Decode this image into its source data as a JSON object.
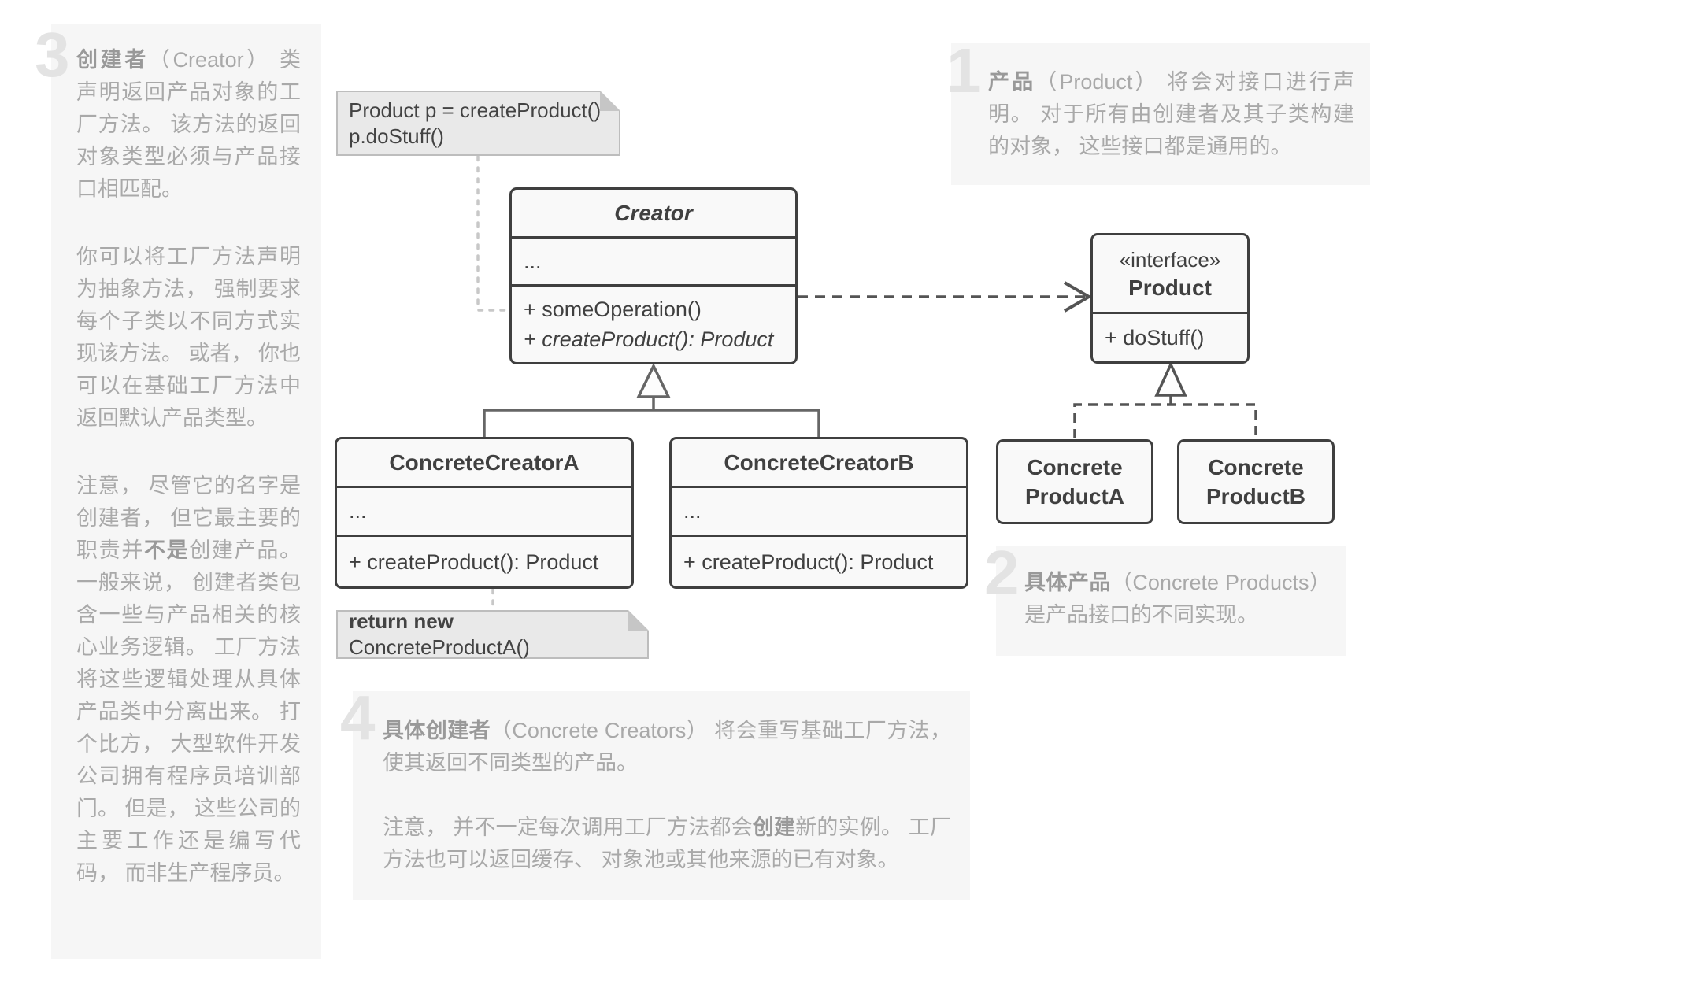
{
  "diagram": {
    "note_client": {
      "line1": "Product p = createProduct()",
      "line2": "p.doStuff()"
    },
    "note_return": {
      "bold": "return new",
      "rest": " ConcreteProductA()"
    },
    "creator": {
      "title": "Creator",
      "attrs": "...",
      "m1": "+ someOperation()",
      "m2": "+ createProduct(): Product"
    },
    "concrete_creator_a": {
      "title": "ConcreteCreatorA",
      "attrs": "...",
      "m1": "+ createProduct(): Product"
    },
    "concrete_creator_b": {
      "title": "ConcreteCreatorB",
      "attrs": "...",
      "m1": "+ createProduct(): Product"
    },
    "product": {
      "stereotype": "«interface»",
      "title": "Product",
      "m1": "+ doStuff()"
    },
    "concrete_product_a": {
      "line1": "Concrete",
      "line2": "ProductA"
    },
    "concrete_product_b": {
      "line1": "Concrete",
      "line2": "ProductB"
    }
  },
  "annotations": {
    "item1": {
      "num": "1",
      "term": "产品",
      "text": "（Product） 将会对接口进行声明。 对于所有由创建者及其子类构建的对象， 这些接口都是通用的。"
    },
    "item2": {
      "num": "2",
      "term": "具体产品",
      "text": "（Concrete Products） 是产品接口的不同实现。"
    },
    "item3": {
      "num": "3",
      "p1_term": "创建者",
      "p1_text": "（Creator） 类声明返回产品对象的工厂方法。 该方法的返回对象类型必须与产品接口相匹配。",
      "p2_text": "你可以将工厂方法声明为抽象方法， 强制要求每个子类以不同方式实现该方法。 或者， 你也可以在基础工厂方法中返回默认产品类型。",
      "p3_text1": "注意， 尽管它的名字是创建者， 但它最主要的职责并",
      "p3_bold": "不是",
      "p3_text2": "创建产品。 一般来说， 创建者类包含一些与产品相关的核心业务逻辑。 工厂方法将这些逻辑处理从具体产品类中分离出来。 打个比方， 大型软件开发公司拥有程序员培训部门。 但是， 这些公司的主要工作还是编写代码， 而非生产程序员。"
    },
    "item4": {
      "num": "4",
      "p1_term": "具体创建者",
      "p1_text": "（Concrete Creators） 将会重写基础工厂方法， 使其返回不同类型的产品。",
      "p2_text1": "注意， 并不一定每次调用工厂方法都会",
      "p2_bold": "创建",
      "p2_text2": "新的实例。 工厂方法也可以返回缓存、 对象池或其他来源的已有对象。"
    }
  },
  "colors": {
    "page_bg": "#ffffff",
    "block_bg": "#f6f6f6",
    "block_text": "#a9a9a9",
    "big_number": "#e3e3e3",
    "box_bg": "#f9f9f9",
    "box_border": "#3f3f3f",
    "note_bg": "#e9e9e9",
    "note_border": "#bdbdbd",
    "solid_wire": "#666666",
    "dark_dash_wire": "#545454",
    "light_dash_wire": "#c8c8c8"
  }
}
